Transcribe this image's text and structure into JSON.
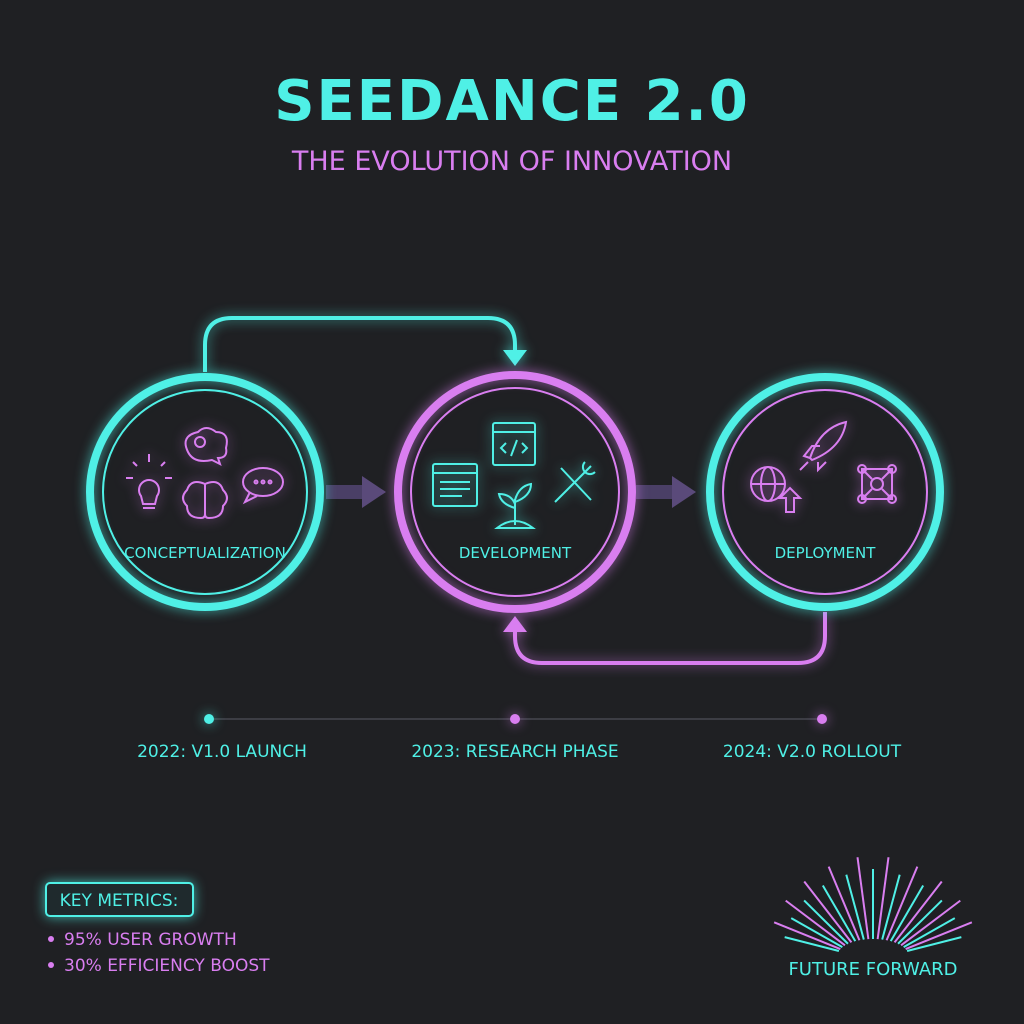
{
  "header": {
    "title": "SEEDANCE 2.0",
    "subtitle": "THE EVOLUTION OF INNOVATION"
  },
  "stages": [
    {
      "label": "CONCEPTUALIZATION",
      "icons": [
        "lightbulb-icon",
        "brain-gear-icon",
        "brain-icon",
        "chat-bubble-icon"
      ]
    },
    {
      "label": "DEVELOPMENT",
      "icons": [
        "code-window-icon",
        "document-window-icon",
        "sprout-icon",
        "tools-icon"
      ]
    },
    {
      "label": "DEPLOYMENT",
      "icons": [
        "globe-upload-icon",
        "rocket-icon",
        "network-node-icon"
      ]
    }
  ],
  "timeline": [
    {
      "label": "2022: V1.0 LAUNCH"
    },
    {
      "label": "2023: RESEARCH PHASE"
    },
    {
      "label": "2024: V2.0 ROLLOUT"
    }
  ],
  "metrics": {
    "heading": "KEY METRICS:",
    "items": [
      "95% USER GROWTH",
      "30% EFFICIENCY BOOST"
    ]
  },
  "logo": {
    "text": "FUTURE FORWARD"
  },
  "colors": {
    "background": "#1f2023",
    "cyan": "#4ff0e6",
    "magenta": "#d97ef0",
    "connector": "#5a4a7a"
  }
}
